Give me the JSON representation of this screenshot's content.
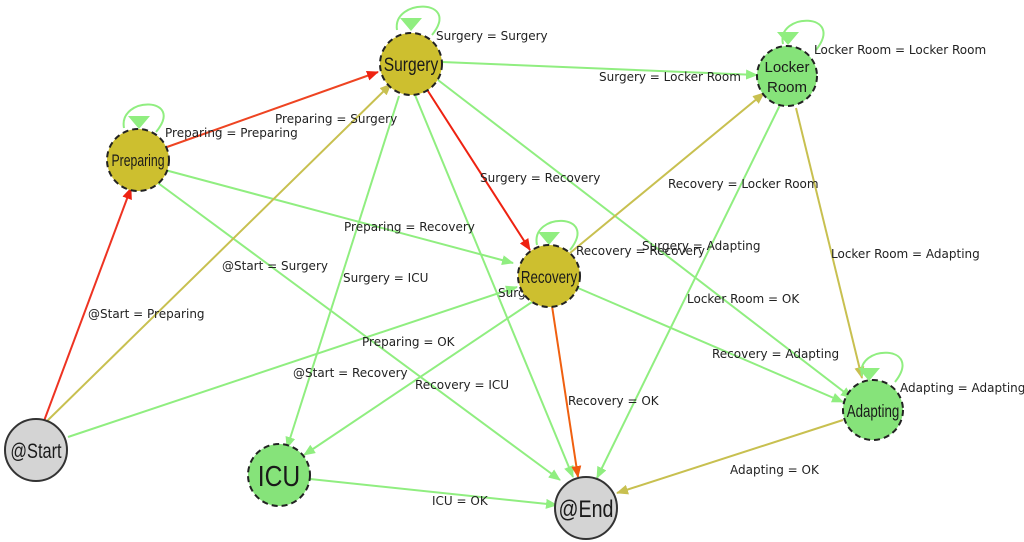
{
  "colors": {
    "green_edge": "#90EE80",
    "olive_edge": "#C8C050",
    "red_edge": "#EE3322",
    "orange_edge": "#F06010",
    "node_olive": "#CDBF2F",
    "node_green": "#86E37A",
    "node_gray": "#D4D4D4"
  },
  "nodes": {
    "start": "@Start",
    "preparing": "Preparing",
    "surgery": "Surgery",
    "locker": [
      "Locker",
      "Room"
    ],
    "recovery": "Recovery",
    "icu": "ICU",
    "adapting": "Adapting",
    "end": "@End"
  },
  "edges": {
    "surgery_surgery": "Surgery = Surgery",
    "locker_locker": "Locker Room = Locker Room",
    "preparing_preparing": "Preparing = Preparing",
    "preparing_surgery": "Preparing = Surgery",
    "surgery_locker": "Surgery = Locker Room",
    "surgery_recovery": "Surgery = Recovery",
    "recovery_locker": "Recovery = Locker Room",
    "preparing_recovery": "Preparing = Recovery",
    "recovery_recovery": "Recovery = Recovery",
    "surgery_adapting": "Surgery = Adapting",
    "locker_adapting": "Locker Room = Adapting",
    "start_surgery": "@Start = Surgery",
    "surgery_icu": "Surgery = ICU",
    "locker_ok": "Locker Room = OK",
    "start_preparing": "@Start = Preparing",
    "preparing_ok": "Preparing = OK",
    "recovery_adapting": "Recovery = Adapting",
    "start_recovery": "@Start = Recovery",
    "recovery_icu": "Recovery = ICU",
    "adapting_adapting": "Adapting = Adapting",
    "recovery_ok": "Recovery = OK",
    "adapting_ok": "Adapting = OK",
    "icu_ok": "ICU = OK",
    "surgery_ok_fragment": "Surg"
  }
}
